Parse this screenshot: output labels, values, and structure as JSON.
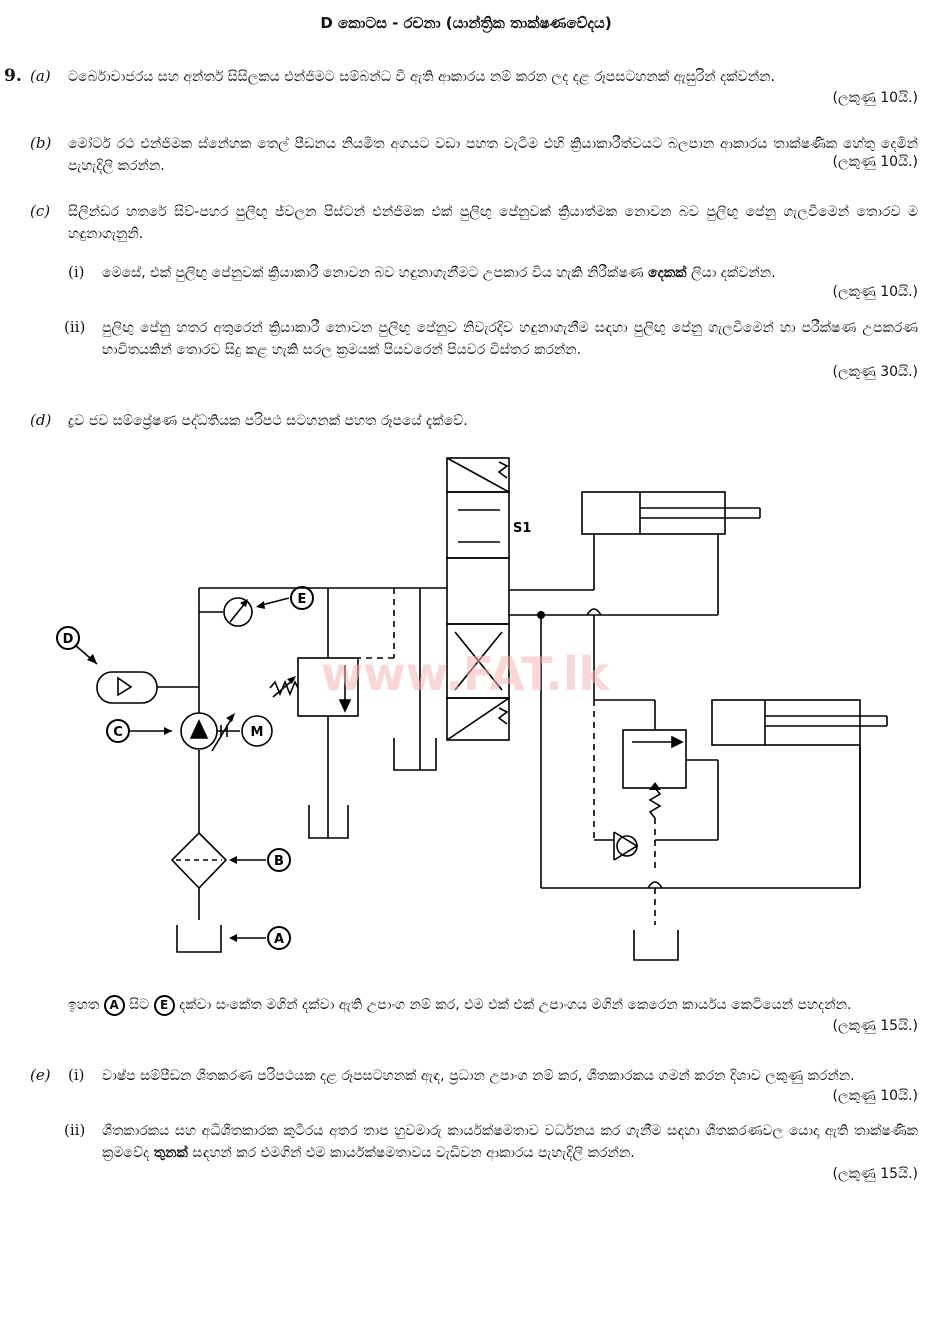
{
  "section_title": "D කොටස - රචනා (යාන්ත්‍රික තාක්ෂණවේදය)",
  "question_number": "9.",
  "q9a": {
    "label": "(a)",
    "text": "ටර්බොචාජරය සහ අන්තර් සිසිලකය එන්ජිමට සම්බන්ධ වී ඇති ආකාරය නම් කරන ලද දළ රූපසටහනක් ඇසුරින් දක්වන්න.",
    "marks": "(ලකුණු 10යි.)"
  },
  "q9b": {
    "label": "(b)",
    "text": "මෝටර් රථ එන්ජිමක ස්නේහක තෙල් පීඩනය නියමිත අගයට වඩා පහත වැටීම එහි ක්‍රියාකාරීත්වයට බලපාන ආකාරය තාක්ෂණික හේතු දෙමින් පැහැදිලි කරන්න.",
    "marks": "(ලකුණු 10යි.)"
  },
  "q9c": {
    "label": "(c)",
    "text": "සිලින්ඩර හතරේ සිව්-පහර පුලිඟු ජ්වලන පිස්ටන් එන්ජිමක එක් පුලිඟු පේනුවක් ක්‍රියාත්මක නොවන බව පුලිඟු පේනු ගැලවීමෙන් තොරව ම හඳුනාගැනුනි.",
    "i": {
      "label": "(i)",
      "text_before": "මෙසේ, එක් පුලිඟු පේනුවක් ක්‍රියාකාරී නොවන බව හඳුනාගැනීමට උපකාර විය හැකි නිරීක්ෂණ ",
      "text_bold": "දෙකක්",
      "text_after": " ලියා දක්වන්න.",
      "marks": "(ලකුණු 10යි.)"
    },
    "ii": {
      "label": "(ii)",
      "text": "පුලිඟු පේනු හතර අතුරෙන් ක්‍රියාකාරී නොවන පුලිඟු පේනුව නිවැරදිව හඳුනාගැනීම සඳහා පුලිඟු පේනු ගැලවීමෙන් හා පරීක්ෂණ උපකරණ භාවිතයකින් තොරව සිදු කළ හැකි සරල ක්‍රමයක් පියවරෙන් පියවර විස්තර කරන්න.",
      "marks": "(ලකුණු 30යි.)"
    }
  },
  "q9d": {
    "label": "(d)",
    "text": "ද්‍රව ජව සම්ප්‍රේෂණ පද්ධතියක පරිපථ සටහනක් පහත රූපයේ දැක්වේ.",
    "diagram_labels": {
      "A": "A",
      "B": "B",
      "C": "C",
      "D": "D",
      "E": "E",
      "M": "M",
      "S1": "S1"
    },
    "watermark": "www.FAT.lk",
    "after_1": "ඉහත",
    "after_from": "A",
    "after_2": "සිට",
    "after_to": "E",
    "after_3": "දක්වා සංකේත මගින් දක්වා ඇති උපාංග නම් කර, එම එක් එක් උපාංගය මගින් කෙරෙන කාර්යය කෙටියෙන් පහදන්න.",
    "marks": "(ලකුණු 15යි.)"
  },
  "q9e": {
    "label": "(e)",
    "i": {
      "label": "(i)",
      "text": "වාෂ්ප සම්පීඩන ශීතකරණ පරිපථයක දළ රූපසටහනක් ඇඳ, ප්‍රධාන උපාංග නම් කර, ශීතකාරකය ගමන් කරන දිශාව ලකුණු කරන්න.",
      "marks": "(ලකුණු 10යි.)"
    },
    "ii": {
      "label": "(ii)",
      "text_before": "ශීතකාරකය සහ අධිශීතකාරක කුටීරය අතර තාප හුවමාරු කාර්යක්ෂමතාව වර්ධනය කර ගැනීම සඳහා ශීතකරණවල යොදා ඇති තාක්ෂණික ක්‍රමවේද ",
      "text_bold": "තුනක්",
      "text_after": " සඳහන් කර එමගින් එම කාර්යක්ෂමතාවය වැඩිවන ආකාරය පැහැදිලි කරන්න.",
      "marks": "(ලකුණු 15යි.)"
    }
  }
}
